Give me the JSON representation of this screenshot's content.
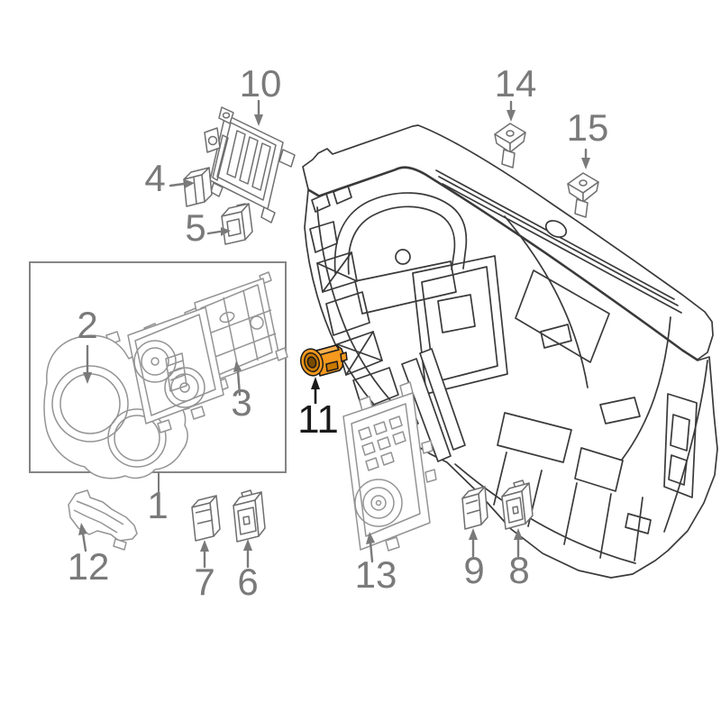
{
  "diagram": {
    "kind": "exploded-parts-diagram",
    "subject": "dashboard-instrument-panel-assembly",
    "background": "#ffffff",
    "highlighted_part_number": "11"
  },
  "colors": {
    "outline_dark": "#3a3a3a",
    "outline_medium": "#6f6f6f",
    "outline_light": "#949494",
    "box_border": "#858585",
    "label_gray": "#7a7a7a",
    "label_black": "#1a1a1a",
    "arrow_gray": "#7a7a7a",
    "arrow_black": "#1a1a1a",
    "highlight_orange": "#F6991E",
    "highlight_orange_dark": "#C97800",
    "highlight_orange_light": "#FBB14E",
    "highlight_core_dark": "#7a4a00",
    "part_fill": "#ffffff"
  },
  "parts": [
    {
      "label": "1",
      "highlighted": false
    },
    {
      "label": "2",
      "highlighted": false
    },
    {
      "label": "3",
      "highlighted": false
    },
    {
      "label": "4",
      "highlighted": false
    },
    {
      "label": "5",
      "highlighted": false
    },
    {
      "label": "6",
      "highlighted": false
    },
    {
      "label": "7",
      "highlighted": false
    },
    {
      "label": "8",
      "highlighted": false
    },
    {
      "label": "9",
      "highlighted": false
    },
    {
      "label": "10",
      "highlighted": false
    },
    {
      "label": "11",
      "highlighted": true
    },
    {
      "label": "12",
      "highlighted": false
    },
    {
      "label": "13",
      "highlighted": false
    },
    {
      "label": "14",
      "highlighted": false
    },
    {
      "label": "15",
      "highlighted": false
    }
  ]
}
